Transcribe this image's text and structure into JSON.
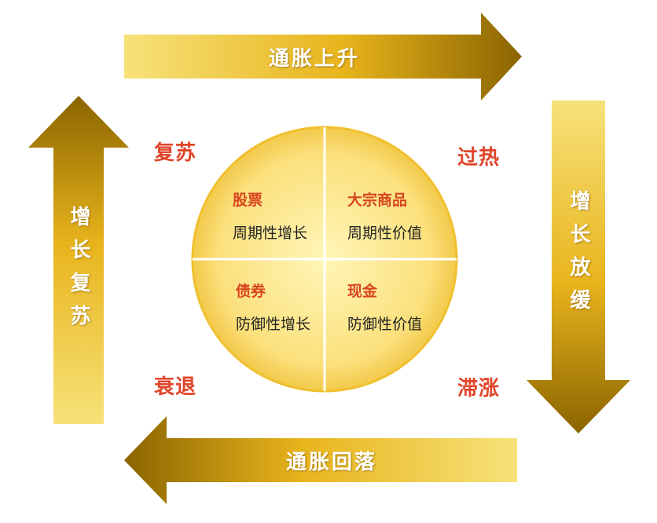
{
  "arrows": {
    "top": "通胀上升",
    "right": "增长放缓",
    "bottom": "通胀回落",
    "left": "增长复苏"
  },
  "phases": {
    "top_left": "复苏",
    "top_right": "过热",
    "bottom_left": "衰退",
    "bottom_right": "滞涨"
  },
  "quadrants": {
    "top_left": {
      "asset": "股票",
      "desc": "周期性增长"
    },
    "top_right": {
      "asset": "大宗商品",
      "desc": "周期性价值"
    },
    "bottom_left": {
      "asset": "债券",
      "desc": "防御性增长"
    },
    "bottom_right": {
      "asset": "现金",
      "desc": "防御性价值"
    }
  },
  "colors": {
    "arrow_gold": "#e8b41c",
    "arrow_dark": "#7a5a00",
    "circle_fill": "#fbe07c",
    "phase_text": "#e0452a",
    "asset_text": "#d8451f"
  }
}
